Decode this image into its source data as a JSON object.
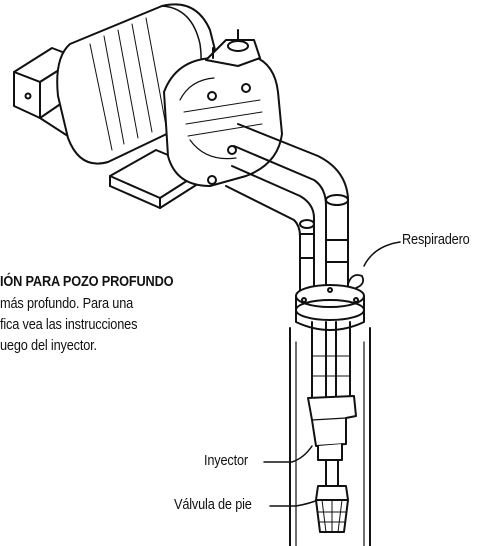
{
  "heading": "IÓN PARA POZO PROFUNDO",
  "body_lines": [
    "más profundo. Para una",
    "fica vea las instrucciones",
    "uego del inyector."
  ],
  "callouts": {
    "breather": "Respiradero",
    "injector": "Inyector",
    "foot_valve": "Válvula de pie"
  }
}
